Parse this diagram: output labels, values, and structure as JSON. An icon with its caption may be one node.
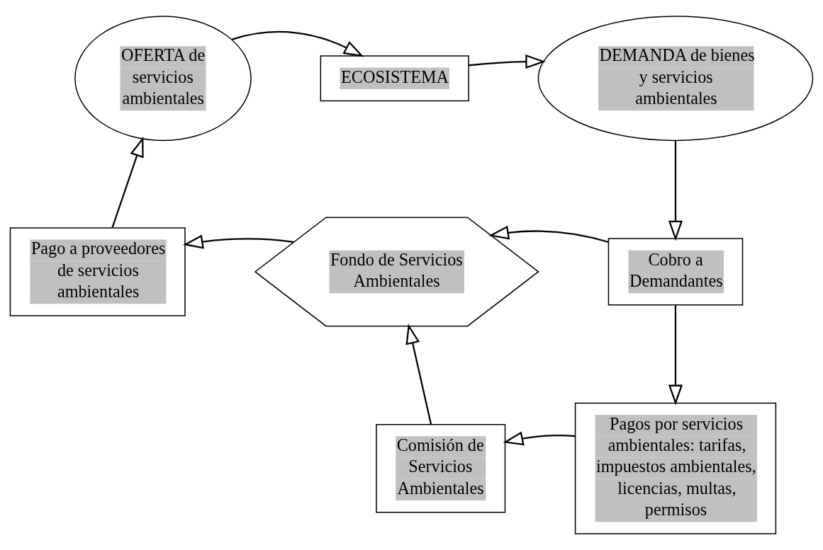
{
  "diagram": {
    "nodes": [
      {
        "text": [
          "OFERTA de servicios ambientales"
        ]
      },
      {
        "text": [
          "ECOSISTEMA"
        ]
      },
      {
        "text": [
          "DEMANDA de bienes y servicios ambientales"
        ]
      },
      {
        "text": [
          "Pago a proveedores de servicios ambientales"
        ]
      },
      {
        "text": [
          "Fondo de Servicios Ambientales"
        ]
      },
      {
        "text": [
          "Cobro a Demandantes"
        ]
      },
      {
        "text": [
          "Comisión de Servicios Ambientales"
        ]
      },
      {
        "text": [
          "Pagos por servicios ambientales: tarifas, impuestos ambientales, licencias, multas, permisos"
        ]
      }
    ],
    "edges": [
      {
        "from": 0,
        "to": 1,
        "arrow": "to"
      },
      {
        "from": 1,
        "to": 2,
        "arrow": "to"
      },
      {
        "from": 2,
        "to": 5,
        "arrow": "to"
      },
      {
        "from": 5,
        "to": 4,
        "arrow": "to"
      },
      {
        "from": 4,
        "to": 3,
        "arrow": "to"
      },
      {
        "from": 3,
        "to": 0,
        "arrow": "to"
      },
      {
        "from": 5,
        "to": 7,
        "arrow": "to"
      },
      {
        "from": 7,
        "to": 6,
        "arrow": "to"
      },
      {
        "from": 6,
        "to": 4,
        "arrow": "to"
      }
    ]
  }
}
